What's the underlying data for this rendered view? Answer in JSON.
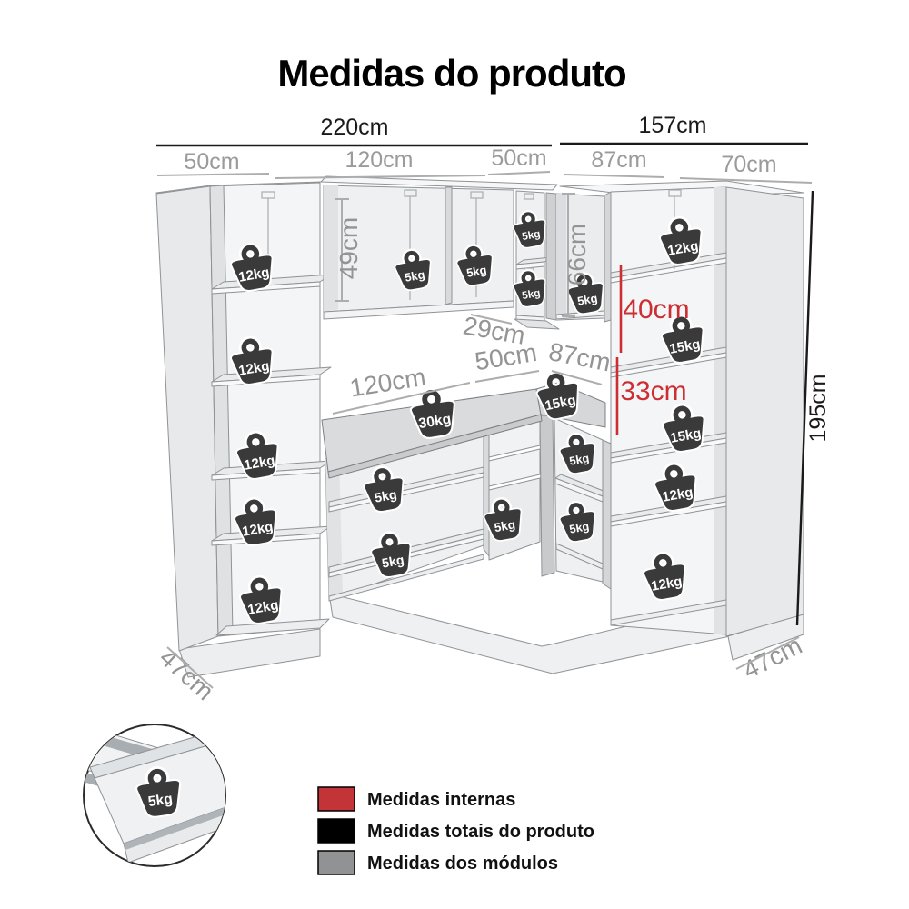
{
  "title": "Medidas do produto",
  "dimensions": {
    "total_width_left": "220cm",
    "total_width_right": "157cm",
    "total_height": "195cm",
    "modules_top": [
      "50cm",
      "120cm",
      "50cm",
      "87cm",
      "70cm"
    ],
    "upper_height": "49cm",
    "corner_upper_height": "66cm",
    "upper_corner_depth": "29cm",
    "counter_left": "120cm",
    "counter_center": "50cm",
    "counter_right": "87cm",
    "internal_shelf_top": "40cm",
    "internal_shelf_bottom": "33cm",
    "depth_left": "47cm",
    "depth_right": "47cm"
  },
  "weights": [
    "12kg",
    "12kg",
    "12kg",
    "12kg",
    "12kg",
    "5kg",
    "5kg",
    "5kg",
    "5kg",
    "5kg",
    "12kg",
    "15kg",
    "15kg",
    "12kg",
    "12kg",
    "30kg",
    "15kg",
    "5kg",
    "5kg",
    "5kg",
    "5kg",
    "5kg",
    "5kg"
  ],
  "legend": {
    "items": [
      {
        "label": "Medidas internas",
        "color": "#c23437"
      },
      {
        "label": "Medidas totais do produto",
        "color": "#000000"
      },
      {
        "label": "Medidas dos módulos",
        "color": "#909294"
      }
    ]
  },
  "colors": {
    "internal": "#cc2e33",
    "total": "#1a1a1a",
    "module": "#9b9b9b"
  }
}
